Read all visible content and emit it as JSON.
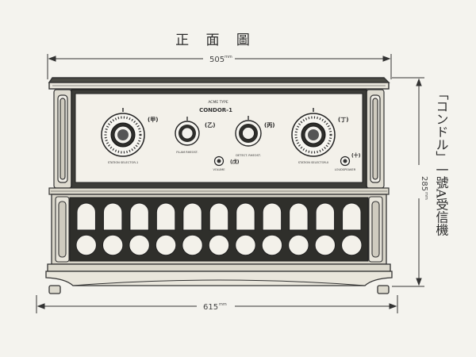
{
  "title": "正 面 圖",
  "dimensions": {
    "top_width": "505",
    "bottom_width": "615",
    "height": "285",
    "unit": "mm"
  },
  "panel": {
    "brand_small": "ACME TYPE",
    "model": "CONDOR-1",
    "knob_labels": [
      "(甲)",
      "(乙)",
      "(丙)",
      "(丁)"
    ],
    "small_knob_labels": [
      "(戊)",
      "(十)"
    ],
    "caption_texts": [
      "STATION SELECTOR-1",
      "FILAM RHEOST.",
      "DETECT. RHEOST.",
      "STATION SELECTOR-II",
      "VOLUME",
      "LOUDSPEAKER"
    ]
  },
  "caption_vertical": "「コンドル」一號A受信機"
}
